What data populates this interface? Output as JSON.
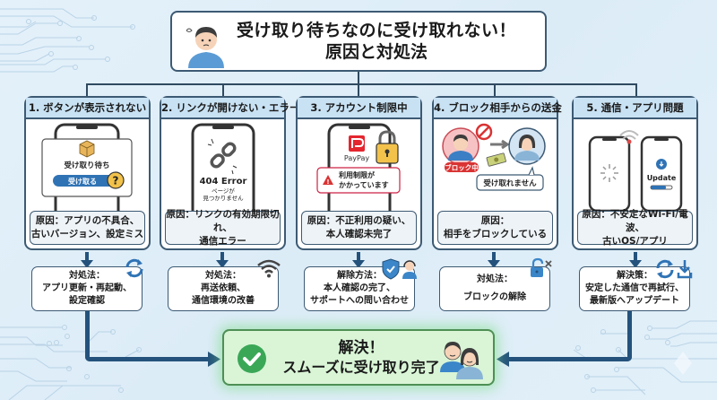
{
  "header": {
    "title_line1": "受け取り待ちなのに受け取れない！",
    "title_line2": "原因と対処法",
    "icon": "worried-person-icon"
  },
  "colors": {
    "card_title_bg": "#c8e2f4",
    "border": "#3d5a73",
    "arrow": "#24527c",
    "result_bg": "#d9f5d6",
    "result_check": "#3aa757",
    "background": "#e4f1fa"
  },
  "cards": [
    {
      "title": "1. ボタンが表示されない",
      "illustration": {
        "icon": "package-icon",
        "status": "受け取り待ち",
        "button": "受け取る",
        "badge": "?"
      },
      "cause_line1": "原因：アプリの不具合、",
      "cause_line2": "古いバージョン、設定ミス",
      "solution_label": "対処法：",
      "solution_line1": "アプリ更新・再起動、",
      "solution_line2": "設定確認",
      "solution_icon": "refresh-icon"
    },
    {
      "title": "2. リンクが開けない・エラー",
      "illustration": {
        "icon": "broken-link-icon",
        "error": "404 Error",
        "message_line1": "ページが",
        "message_line2": "見つかりません"
      },
      "cause_line1": "原因：リンクの有効期限切れ、",
      "cause_line2": "通信エラー",
      "solution_label": "対処法：",
      "solution_line1": "再送依頼、",
      "solution_line2": "通信環境の改善",
      "solution_icon": "wifi-icon"
    },
    {
      "title": "3. アカウント制限中",
      "illustration": {
        "icon": "paypay-logo-icon",
        "brand": "PayPay",
        "lock_icon": "padlock-icon",
        "warning_line1": "利用制限が",
        "warning_line2": "かかっています"
      },
      "cause_line1": "原因：不正利用の疑い、",
      "cause_line2": "本人確認未完了",
      "solution_label": "解除方法：",
      "solution_line1": "本人確認の完了、",
      "solution_line2": "サポートへの問い合わせ",
      "solution_icon": "shield-support-icon"
    },
    {
      "title": "4. ブロック相手からの送金",
      "illustration": {
        "blocked_badge": "ブロック中",
        "bubble": "受け取れません",
        "icons": [
          "blocked-person-icon",
          "money-icon",
          "recipient-person-icon"
        ]
      },
      "cause_line1": "原因：",
      "cause_line2": "相手をブロックしている",
      "solution_label": "対処法：",
      "solution_line1": "ブロックの解除",
      "solution_line2": "",
      "solution_icon": "unlock-icon"
    },
    {
      "title": "5. 通信・アプリ問題",
      "illustration": {
        "left_phone": "loading-spinner-icon",
        "right_label": "Update",
        "icons": [
          "weak-wifi-icon",
          "download-icon"
        ]
      },
      "cause_line1": "原因：不安定なWi-Fi/電波、",
      "cause_line2": "古いOS/アプリ",
      "solution_label": "解決策：",
      "solution_line1": "安定した通信で再試行、",
      "solution_line2": "最新版へアップデート",
      "solution_icon": "refresh-download-icon"
    }
  ],
  "result": {
    "line1": "解決！",
    "line2": "スムーズに受け取り完了",
    "icon": "check-circle-icon",
    "people_icon": "happy-people-icon"
  }
}
